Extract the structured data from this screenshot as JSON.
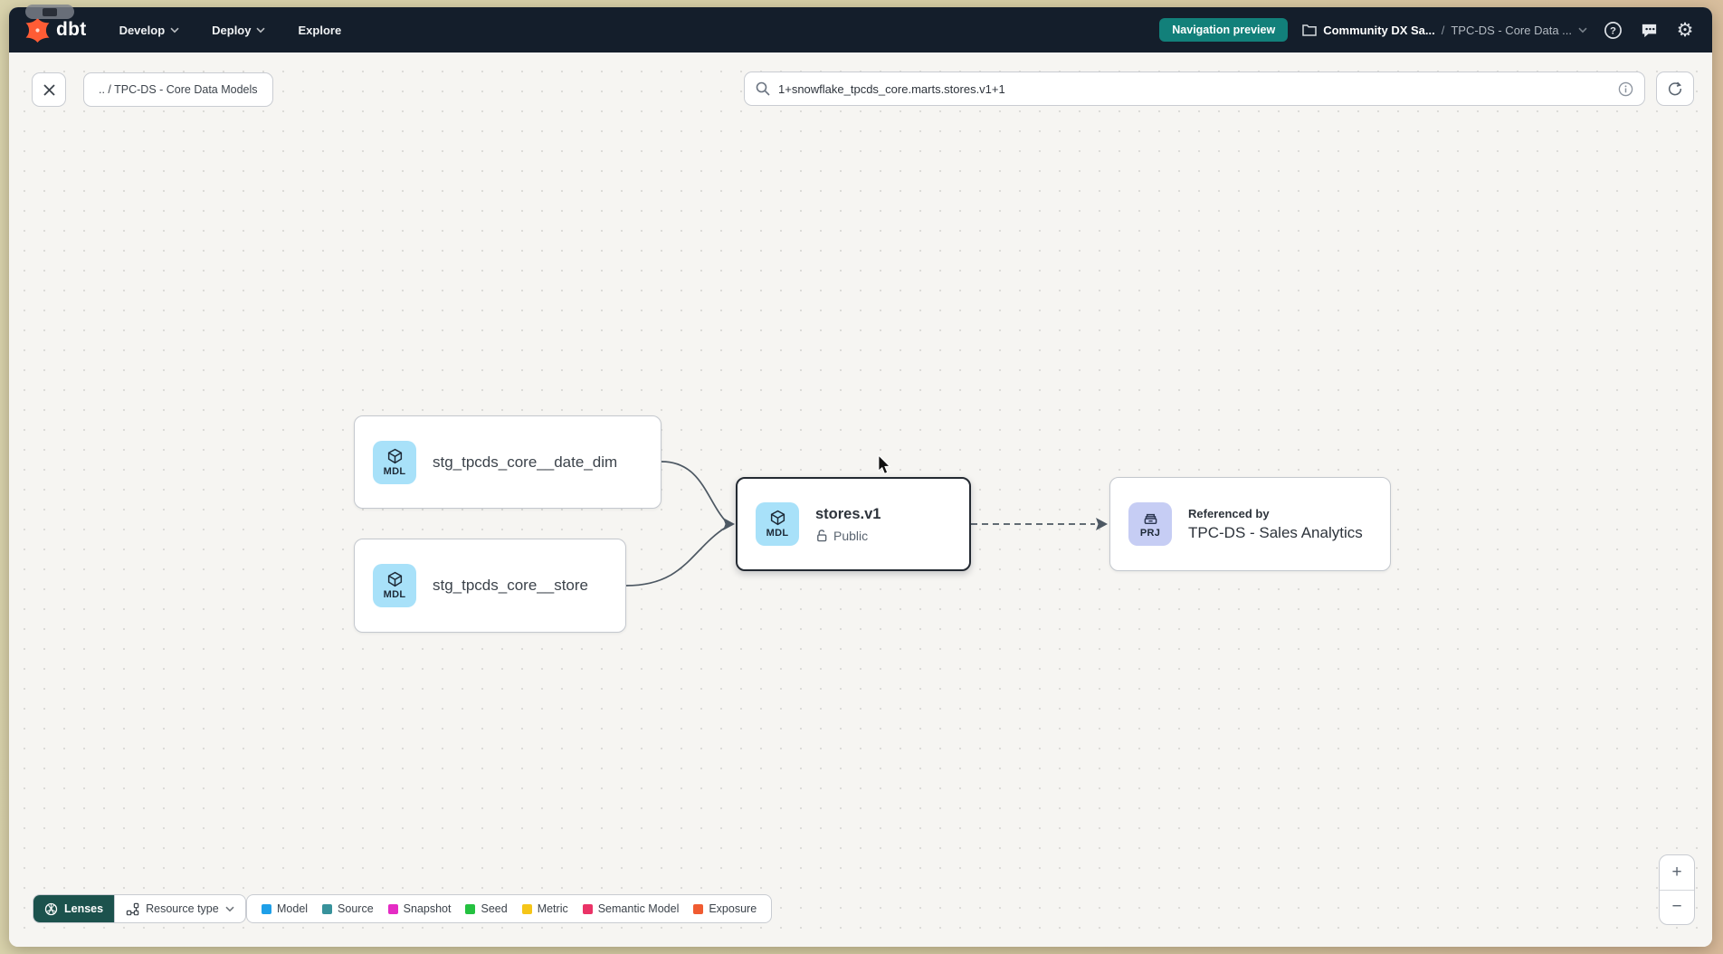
{
  "colors": {
    "navbar_bg": "#141e2b",
    "brand_orange": "#ff5c35",
    "preview_badge_teal": "#12807a",
    "lenses_teal": "#1c524d",
    "canvas_bg": "#f6f5f2",
    "edge": "#4d5863",
    "mdl_badge_bg": "#a8e1f9",
    "prj_badge_bg": "#c6cdf4",
    "selected_node_border": "#242a32"
  },
  "navbar": {
    "logo_text": "dbt",
    "menu": [
      {
        "label": "Develop"
      },
      {
        "label": "Deploy"
      },
      {
        "label": "Explore"
      }
    ],
    "preview_badge": "Navigation preview",
    "account": "Community DX Sa...",
    "separator": "/",
    "project": "TPC-DS - Core Data ..."
  },
  "toolbar": {
    "close_label": "✕",
    "breadcrumb": ".. / TPC-DS - Core Data Models",
    "search": {
      "value": "1+snowflake_tpcds_core.marts.stores.v1+1"
    }
  },
  "graph": {
    "nodes": [
      {
        "badge": "MDL",
        "label": "stg_tpcds_core__date_dim"
      },
      {
        "badge": "MDL",
        "label": "stg_tpcds_core__store"
      },
      {
        "badge": "MDL",
        "label": "stores.v1",
        "access": "Public"
      },
      {
        "badge": "PRJ",
        "label": "Referenced by",
        "title": "TPC-DS - Sales Analytics"
      }
    ]
  },
  "bottombar": {
    "lenses": "Lenses",
    "resource_type": "Resource type",
    "legend": [
      {
        "label": "Model",
        "color": "#1e9fe8"
      },
      {
        "label": "Source",
        "color": "#38929b"
      },
      {
        "label": "Snapshot",
        "color": "#e52cc4"
      },
      {
        "label": "Seed",
        "color": "#24c140"
      },
      {
        "label": "Metric",
        "color": "#f5c518"
      },
      {
        "label": "Semantic Model",
        "color": "#ea3367"
      },
      {
        "label": "Exposure",
        "color": "#f05b31"
      }
    ]
  },
  "zoom_controls": {
    "zoom_in": "+",
    "zoom_out": "−"
  }
}
